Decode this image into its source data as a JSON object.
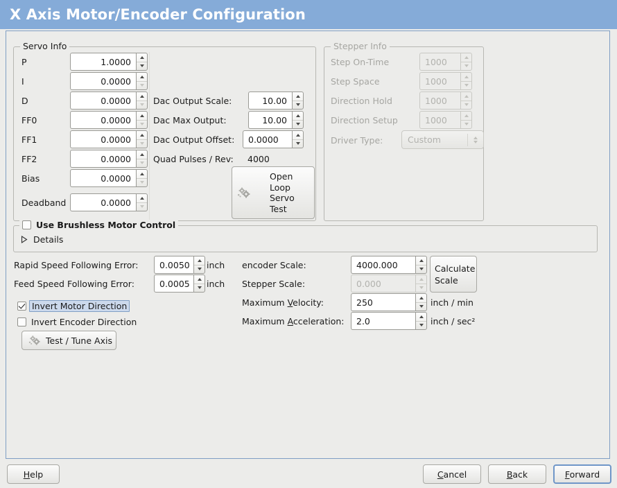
{
  "window": {
    "title": "X Axis Motor/Encoder Configuration",
    "title_bg": "#85abd8",
    "title_fg": "#ffffff",
    "bg": "#ececea",
    "border": "#7f9ec4"
  },
  "servo_info": {
    "legend": "Servo Info",
    "rows": [
      {
        "label": "P",
        "value": "1.0000"
      },
      {
        "label": "I",
        "value": "0.0000"
      },
      {
        "label": "D",
        "value": "0.0000"
      },
      {
        "label": "FF0",
        "value": "0.0000"
      },
      {
        "label": "FF1",
        "value": "0.0000"
      },
      {
        "label": "FF2",
        "value": "0.0000"
      },
      {
        "label": "Bias",
        "value": "0.0000"
      },
      {
        "label": "Deadband",
        "value": "0.0000"
      }
    ],
    "dac": [
      {
        "label": "Dac Output Scale:",
        "value": "10.00"
      },
      {
        "label": "Dac Max Output:",
        "value": "10.00"
      },
      {
        "label": "Dac Output Offset:",
        "value": "0.0000"
      }
    ],
    "quad_pulses_label": "Quad Pulses / Rev:",
    "quad_pulses_value": "4000",
    "open_loop_button": "Open\nLoop\nServo\nTest",
    "open_loop_lines": [
      "Open",
      "Loop",
      "Servo",
      "Test"
    ]
  },
  "stepper_info": {
    "legend": "Stepper Info",
    "enabled": false,
    "rows": [
      {
        "label": "Step On-Time",
        "value": "1000"
      },
      {
        "label": "Step Space",
        "value": "1000"
      },
      {
        "label": "Direction Hold",
        "value": "1000"
      },
      {
        "label": "Direction Setup",
        "value": "1000"
      }
    ],
    "driver_type_label": "Driver Type:",
    "driver_type_value": "Custom"
  },
  "brushless": {
    "checkbox_label": "Use Brushless Motor Control",
    "checked": false,
    "details_label": "Details",
    "details_expanded": false
  },
  "following_error": {
    "rapid_label": "Rapid Speed Following Error:",
    "rapid_value": "0.0050",
    "rapid_unit": "inch",
    "feed_label": "Feed Speed Following Error:",
    "feed_value": "0.0005",
    "feed_unit": "inch"
  },
  "invert": {
    "motor_label": "Invert Motor Direction",
    "motor_checked": true,
    "motor_focused": true,
    "encoder_label": "Invert Encoder Direction",
    "encoder_checked": false
  },
  "test_tune_button": "Test / Tune Axis",
  "scales": {
    "encoder_label": "encoder Scale:",
    "encoder_value": "4000.000",
    "stepper_label": "Stepper Scale:",
    "stepper_value": "0.000",
    "stepper_enabled": false,
    "calculate_button_lines": [
      "Calculate",
      "Scale"
    ],
    "max_velocity_label_pre": "Maximum ",
    "max_velocity_label_mnemonic": "V",
    "max_velocity_label_post": "elocity:",
    "max_velocity_value": "250",
    "max_velocity_unit": "inch / min",
    "max_accel_label_pre": "Maximum ",
    "max_accel_label_mnemonic": "A",
    "max_accel_label_post": "cceleration:",
    "max_accel_value": "2.0",
    "max_accel_unit": "inch / sec²"
  },
  "actions": {
    "help_pre": "H",
    "help_mnemonic": "H",
    "help_post": "elp",
    "help_label": "Help",
    "cancel_mnemonic": "C",
    "cancel_post": "ancel",
    "back_mnemonic": "B",
    "back_post": "ack",
    "forward_mnemonic": "F",
    "forward_post": "orward",
    "forward_focused": true
  }
}
